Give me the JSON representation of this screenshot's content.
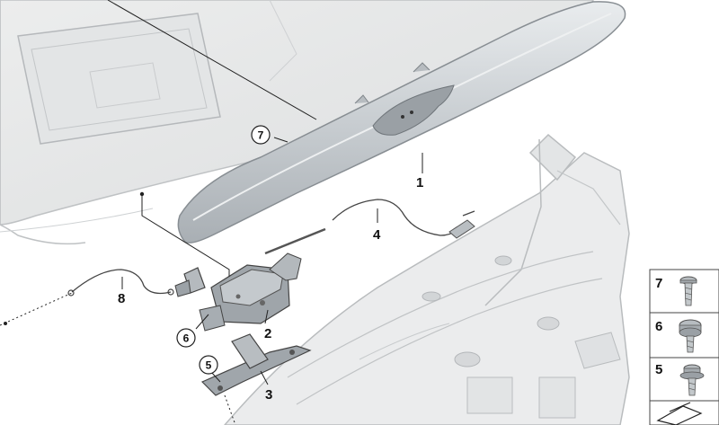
{
  "callouts": {
    "c1": "1",
    "c2": "2",
    "c3": "3",
    "c4": "4",
    "c5": "5",
    "c6": "6",
    "c7": "7",
    "c8": "8"
  },
  "legend": {
    "items": [
      {
        "number": "7",
        "part": "screw-icon"
      },
      {
        "number": "6",
        "part": "hex-bolt-icon"
      },
      {
        "number": "5",
        "part": "flange-bolt-icon"
      }
    ],
    "footer_icon": "arrow-icon"
  },
  "colors": {
    "line": "#222222",
    "part_gray": "#c9cdd0",
    "bg_gray": "#e6e7e8",
    "panel_border": "#444444"
  }
}
